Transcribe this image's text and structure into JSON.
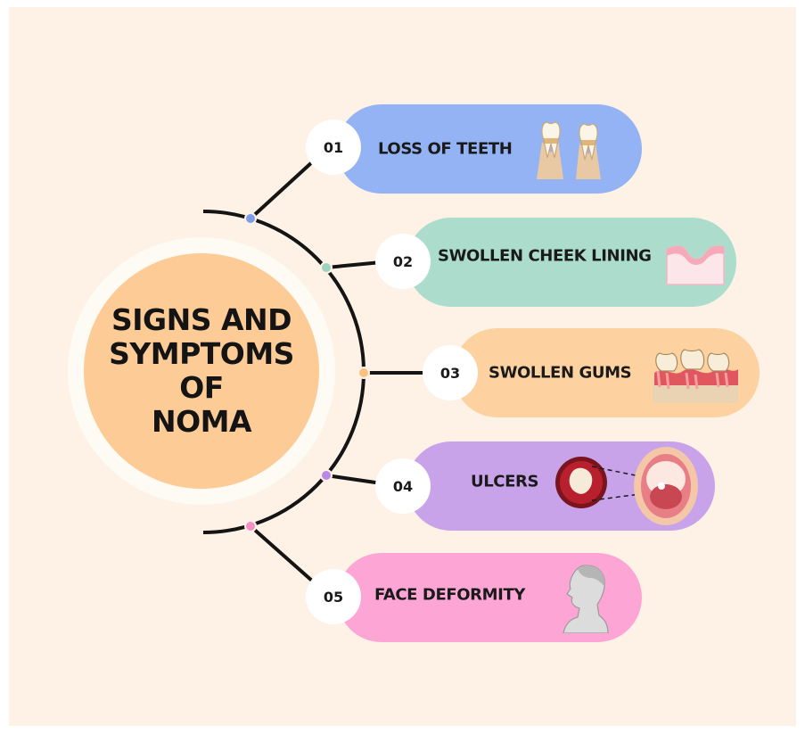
{
  "title": "SIGNS AND\nSYMPTOMS OF\nNOMA",
  "items": [
    {
      "number": "01",
      "label": "LOSS OF TEETH",
      "color": "#94b3f4",
      "icon": "teeth-bone-loss-icon"
    },
    {
      "number": "02",
      "label": "SWOLLEN CHEEK LINING",
      "color": "#acdccb",
      "icon": "cheek-tissue-icon"
    },
    {
      "number": "03",
      "label": "SWOLLEN GUMS",
      "color": "#fdd1a0",
      "icon": "swollen-gums-icon"
    },
    {
      "number": "04",
      "label": "ULCERS",
      "color": "#c9a3ea",
      "icon": "mouth-ulcer-icon"
    },
    {
      "number": "05",
      "label": "FACE DEFORMITY",
      "color": "#fda6d5",
      "icon": "face-profile-icon"
    }
  ],
  "colors": {
    "background": "#fdf2e5",
    "hub": "#fdcc96",
    "ring": "#fefaf4",
    "line": "#141414"
  }
}
